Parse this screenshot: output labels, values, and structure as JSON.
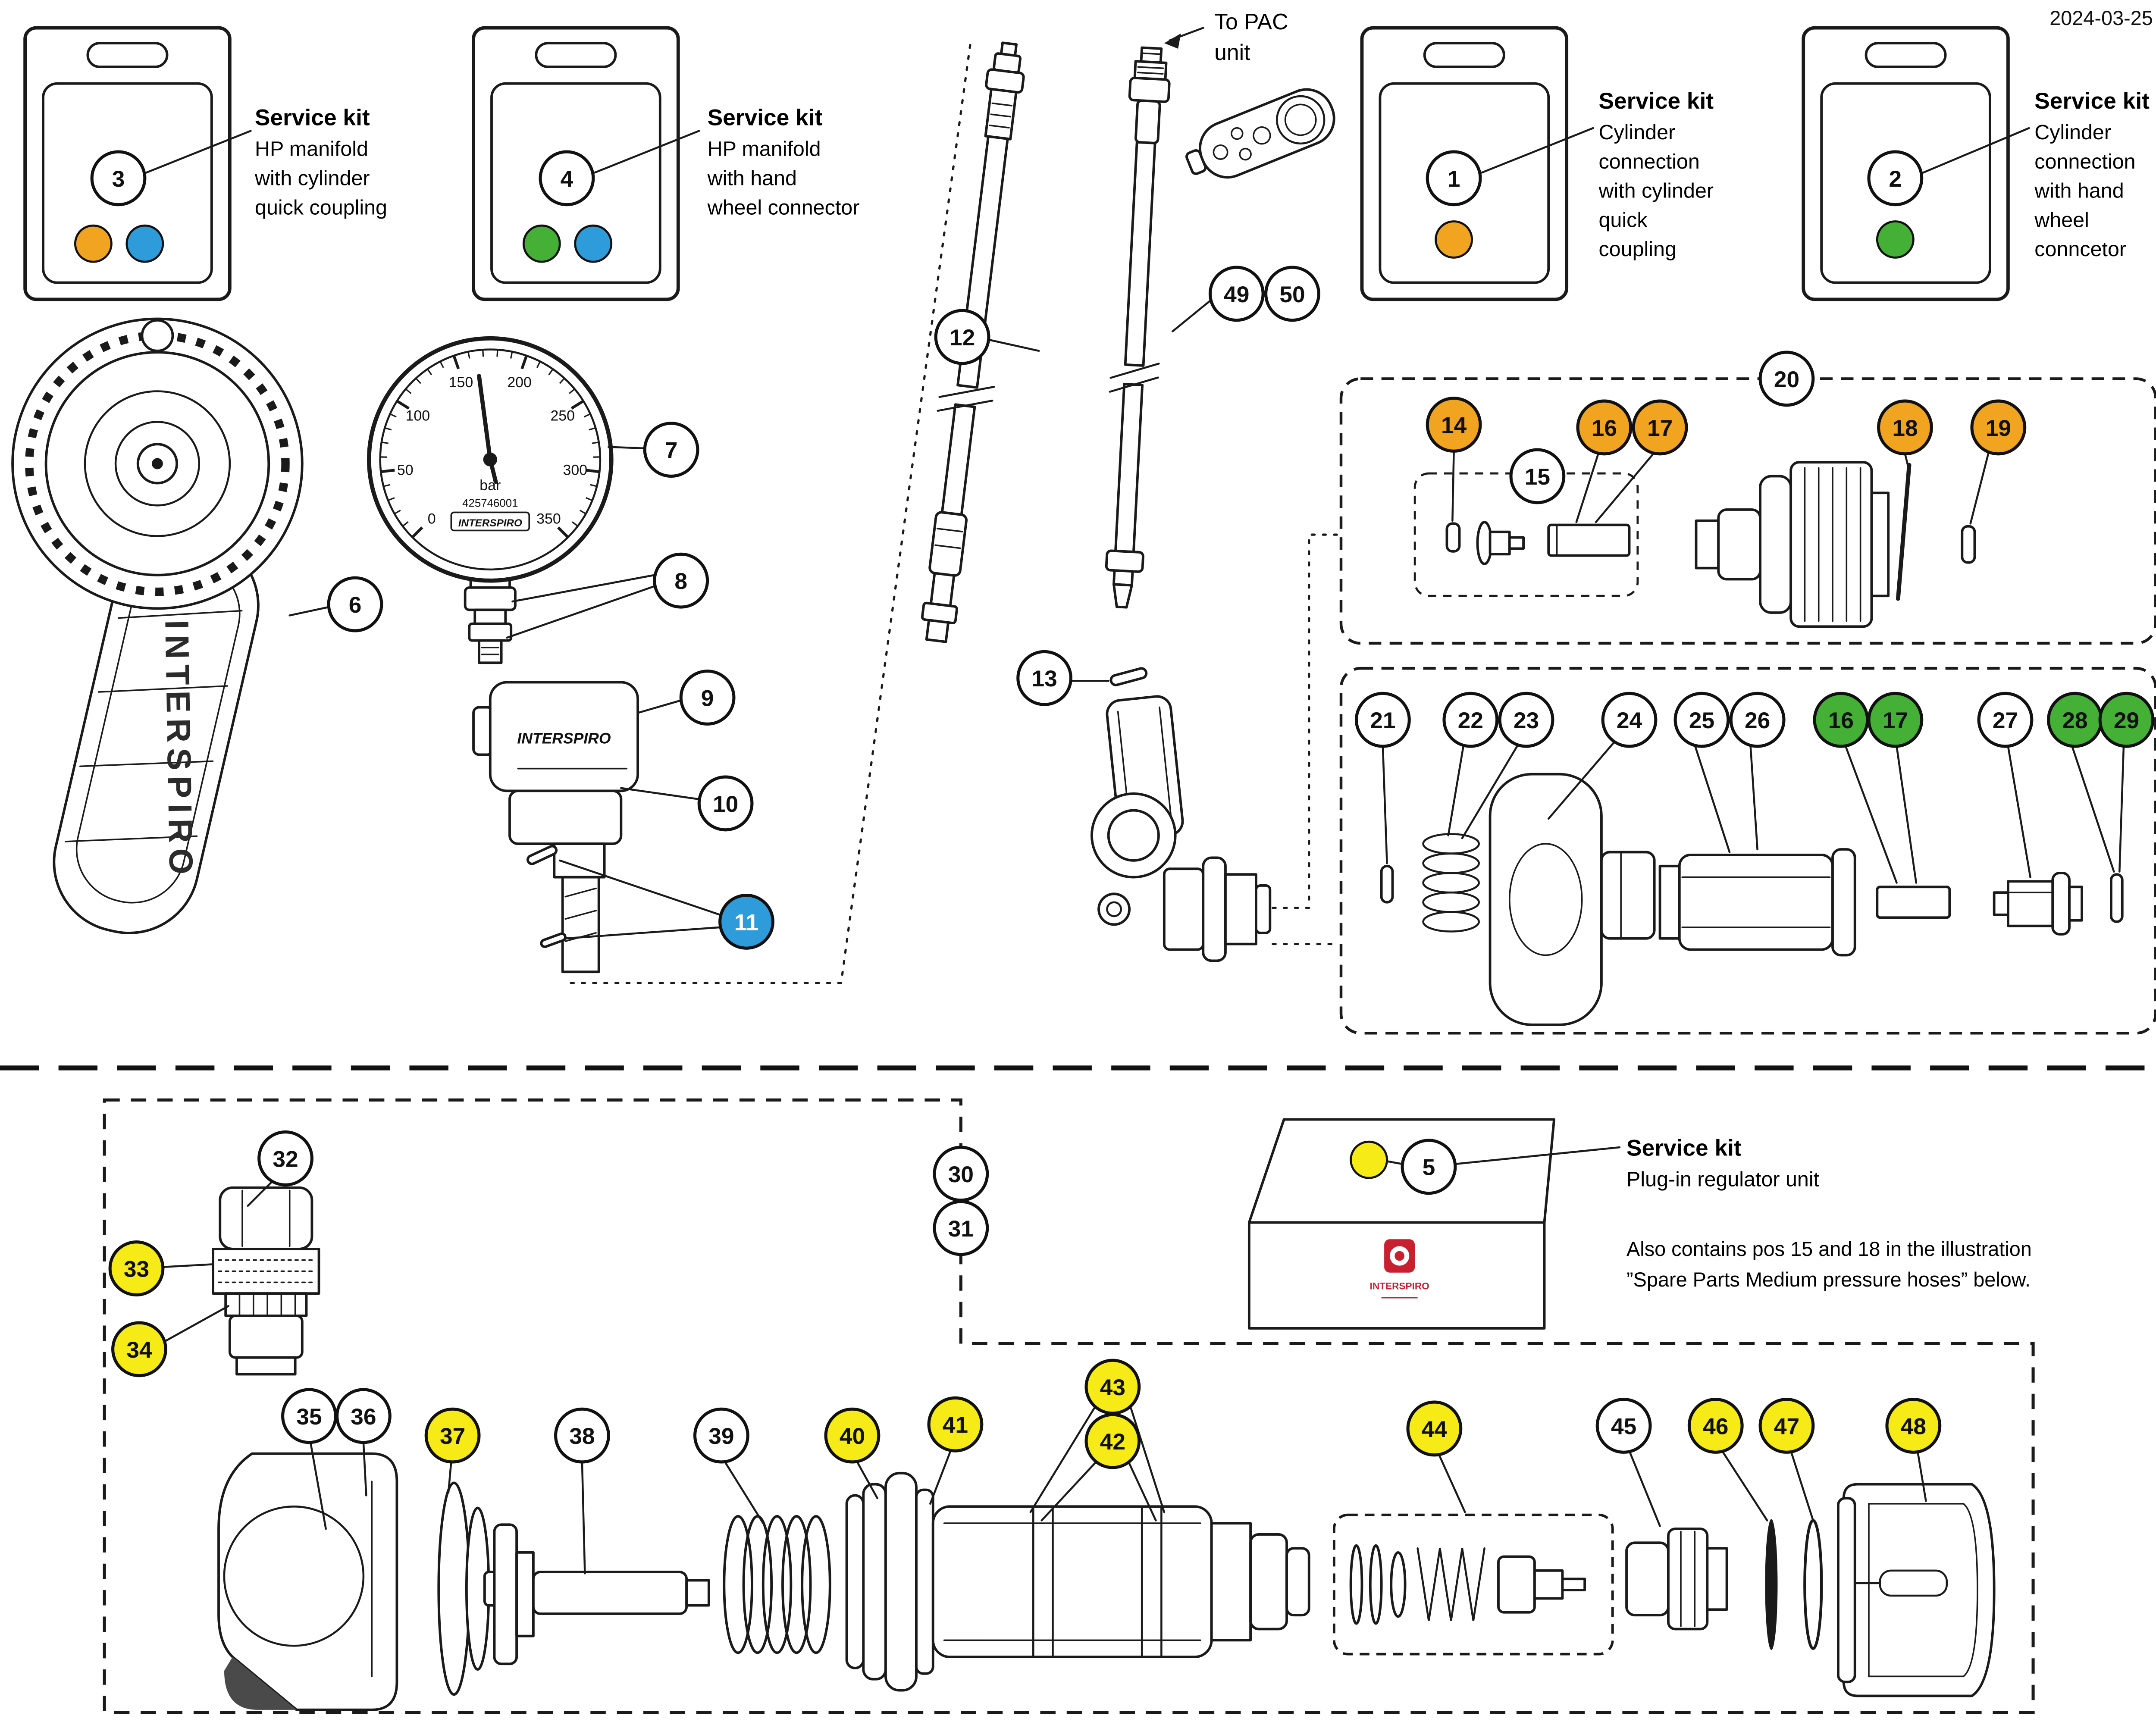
{
  "meta": {
    "date": "2024-03-25"
  },
  "brand": "INTERSPIRO",
  "colors": {
    "white": "#ffffff",
    "orange": "#F0A420",
    "green": "#44B035",
    "blue": "#2E9BDB",
    "yellow": "#F6EB16",
    "red": "#C8202F"
  },
  "to_pac": {
    "line1": "To PAC",
    "line2": "unit"
  },
  "service_kits": {
    "kit3": {
      "number": "3",
      "dot_colors": [
        "orange",
        "blue"
      ],
      "title": "Service kit",
      "lines": [
        "HP manifold",
        "with cylinder",
        "quick coupling"
      ]
    },
    "kit4": {
      "number": "4",
      "dot_colors": [
        "green",
        "blue"
      ],
      "title": "Service kit",
      "lines": [
        "HP manifold",
        "with hand",
        "wheel connector"
      ]
    },
    "kit1": {
      "number": "1",
      "dot_colors": [
        "orange"
      ],
      "title": "Service kit",
      "lines": [
        "Cylinder",
        "connection",
        "with cylinder",
        "quick",
        "coupling"
      ]
    },
    "kit2": {
      "number": "2",
      "dot_colors": [
        "green"
      ],
      "title": "Service kit",
      "lines": [
        "Cylinder",
        "connection",
        "with hand",
        "wheel",
        "conncetor"
      ]
    },
    "kit5": {
      "number": "5",
      "dot_colors": [
        "yellow"
      ],
      "title": "Service kit",
      "lines": [
        "Plug-in regulator unit"
      ],
      "note": [
        "Also contains pos 15 and 18 in the illustration",
        "”Spare Parts Medium pressure hoses” below."
      ]
    }
  },
  "gauge": {
    "unit": "bar",
    "serial": "425746001",
    "tick_labels": [
      "0",
      "50",
      "100",
      "150",
      "200",
      "250",
      "300",
      "350"
    ]
  },
  "callouts": [
    {
      "key": "k3",
      "label": "3",
      "color": "white"
    },
    {
      "key": "k4",
      "label": "4",
      "color": "white"
    },
    {
      "key": "k1",
      "label": "1",
      "color": "white"
    },
    {
      "key": "k2",
      "label": "2",
      "color": "white"
    },
    {
      "key": "k5",
      "label": "5",
      "color": "white"
    },
    {
      "key": "c6",
      "label": "6",
      "color": "white"
    },
    {
      "key": "c7",
      "label": "7",
      "color": "white"
    },
    {
      "key": "c8",
      "label": "8",
      "color": "white"
    },
    {
      "key": "c9",
      "label": "9",
      "color": "white"
    },
    {
      "key": "c10",
      "label": "10",
      "color": "white"
    },
    {
      "key": "c11",
      "label": "11",
      "color": "blue"
    },
    {
      "key": "c12",
      "label": "12",
      "color": "white"
    },
    {
      "key": "c13",
      "label": "13",
      "color": "white"
    },
    {
      "key": "c14",
      "label": "14",
      "color": "orange"
    },
    {
      "key": "c15",
      "label": "15",
      "color": "white"
    },
    {
      "key": "c16a",
      "label": "16",
      "color": "orange"
    },
    {
      "key": "c17a",
      "label": "17",
      "color": "orange"
    },
    {
      "key": "c18",
      "label": "18",
      "color": "orange"
    },
    {
      "key": "c19",
      "label": "19",
      "color": "orange"
    },
    {
      "key": "c20",
      "label": "20",
      "color": "white"
    },
    {
      "key": "c21",
      "label": "21",
      "color": "white"
    },
    {
      "key": "c22",
      "label": "22",
      "color": "white"
    },
    {
      "key": "c23",
      "label": "23",
      "color": "white"
    },
    {
      "key": "c24",
      "label": "24",
      "color": "white"
    },
    {
      "key": "c25",
      "label": "25",
      "color": "white"
    },
    {
      "key": "c26",
      "label": "26",
      "color": "white"
    },
    {
      "key": "c16b",
      "label": "16",
      "color": "green"
    },
    {
      "key": "c17b",
      "label": "17",
      "color": "green"
    },
    {
      "key": "c27",
      "label": "27",
      "color": "white"
    },
    {
      "key": "c28",
      "label": "28",
      "color": "green"
    },
    {
      "key": "c29",
      "label": "29",
      "color": "green"
    },
    {
      "key": "c30",
      "label": "30",
      "color": "white"
    },
    {
      "key": "c31",
      "label": "31",
      "color": "white"
    },
    {
      "key": "c32",
      "label": "32",
      "color": "white"
    },
    {
      "key": "c33",
      "label": "33",
      "color": "yellow"
    },
    {
      "key": "c34",
      "label": "34",
      "color": "yellow"
    },
    {
      "key": "c35",
      "label": "35",
      "color": "white"
    },
    {
      "key": "c36",
      "label": "36",
      "color": "white"
    },
    {
      "key": "c37",
      "label": "37",
      "color": "yellow"
    },
    {
      "key": "c38",
      "label": "38",
      "color": "white"
    },
    {
      "key": "c39",
      "label": "39",
      "color": "white"
    },
    {
      "key": "c40",
      "label": "40",
      "color": "yellow"
    },
    {
      "key": "c41",
      "label": "41",
      "color": "yellow"
    },
    {
      "key": "c42",
      "label": "42",
      "color": "yellow"
    },
    {
      "key": "c43",
      "label": "43",
      "color": "yellow"
    },
    {
      "key": "c44",
      "label": "44",
      "color": "yellow"
    },
    {
      "key": "c45",
      "label": "45",
      "color": "white"
    },
    {
      "key": "c46",
      "label": "46",
      "color": "yellow"
    },
    {
      "key": "c47",
      "label": "47",
      "color": "yellow"
    },
    {
      "key": "c48",
      "label": "48",
      "color": "yellow"
    },
    {
      "key": "c49",
      "label": "49",
      "color": "white"
    },
    {
      "key": "c50",
      "label": "50",
      "color": "white"
    }
  ]
}
